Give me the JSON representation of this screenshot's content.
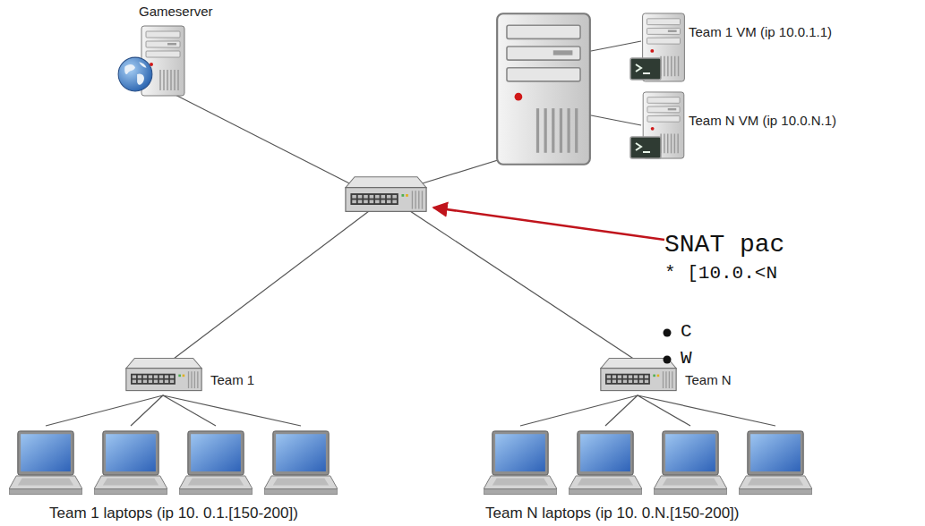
{
  "diagram": {
    "nodes": [
      {
        "text": [
          "Gameserver"
        ]
      },
      {
        "text": [
          "Team 1 VM (ip 10.0.1.1)"
        ]
      },
      {
        "text": [
          "Team N VM (ip 10.0.N.1)"
        ]
      },
      {
        "text": [
          "Team 1"
        ]
      },
      {
        "text": [
          "Team N"
        ]
      },
      {
        "text": [
          "Team 1 laptops (ip 10. 0.1.[150-200])"
        ]
      },
      {
        "text": [
          "Team N laptops (ip 10. 0.N.[150-200])"
        ]
      }
    ],
    "edges": [
      {
        "from": 3,
        "to": 5,
        "arrow": "none"
      },
      {
        "from": 4,
        "to": 6,
        "arrow": "none"
      }
    ],
    "labels": [
      "SNAT pac",
      "* [10.0.<N",
      "C",
      "W"
    ]
  }
}
